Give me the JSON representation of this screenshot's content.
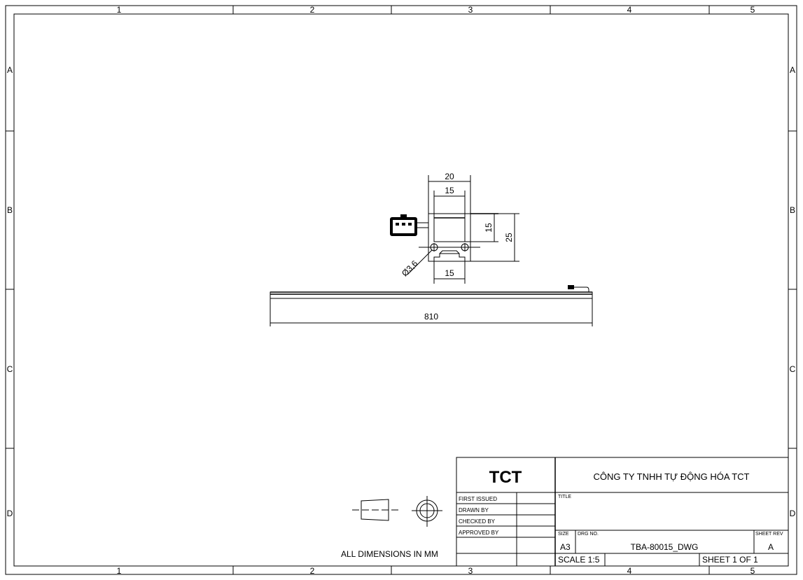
{
  "zones": {
    "columns": [
      "1",
      "2",
      "3",
      "4",
      "5"
    ],
    "rows": [
      "A",
      "B",
      "C",
      "D"
    ]
  },
  "dimensions": {
    "width_outer": "20",
    "width_inner": "15",
    "height_inner": "15",
    "height_total": "25",
    "rail_width": "15",
    "hole_dia": "Ø3,6",
    "length": "810"
  },
  "notes": {
    "units": "ALL DIMENSIONS IN MM"
  },
  "title_block": {
    "logo": "TCT",
    "company": "CÔNG TY TNHH TỰ ĐỘNG HÓA TCT",
    "first_issued": "FIRST ISSUED",
    "drawn_by": "DRAWN BY",
    "checked_by": "CHECKED BY",
    "approved_by": "APPROVED BY",
    "title_label": "TITLE",
    "size_label": "SIZE",
    "size": "A3",
    "drg_no_label": "DRG NO.",
    "drg_no": "TBA-80015_DWG",
    "sheet_rev_label": "SHEET REV",
    "sheet_rev": "A",
    "scale": "SCALE 1:5",
    "sheet": "SHEET 1 OF 1"
  }
}
